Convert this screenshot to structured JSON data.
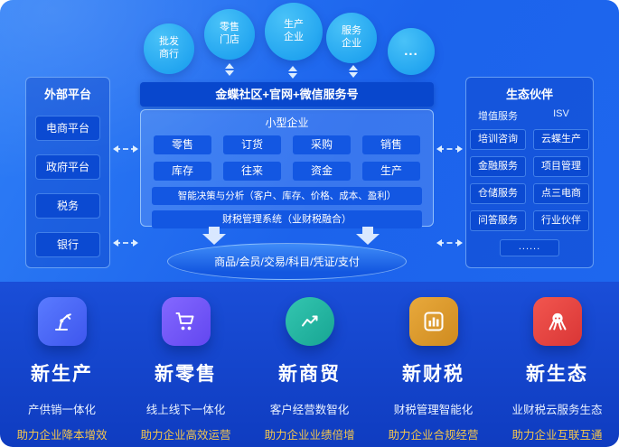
{
  "colors": {
    "background_top": "#1e66ee",
    "background_bottom": "#1140c6",
    "circle_blue": "#24a9f1",
    "chip_blue": "#0b4ad2",
    "portal_bar_blue": "#0847cd",
    "highlight_gold": "#f3c54d"
  },
  "top": {
    "circles": [
      {
        "label": "批发商行"
      },
      {
        "label": "零售门店"
      },
      {
        "label": "生产企业"
      },
      {
        "label": "服务企业"
      },
      {
        "label": "..."
      }
    ],
    "portal_bar": "金蝶社区+官网+微信服务号",
    "left_panel": {
      "title": "外部平台",
      "items": [
        "电商平台",
        "政府平台",
        "税务",
        "银行"
      ]
    },
    "center": {
      "small_biz": "小型企业",
      "modules": [
        "零售",
        "订货",
        "采购",
        "销售",
        "库存",
        "往来",
        "资金",
        "生产"
      ],
      "analysis": "智能决策与分析（客户、库存、价格、成本、盈利）",
      "fintax": "财税管理系统（业财税融合）",
      "database": "商品/会员/交易/科目/凭证/支付"
    },
    "right_panel": {
      "title": "生态伙伴",
      "columns": [
        {
          "header": "增值服务",
          "items": [
            "培训咨询",
            "金融服务",
            "仓储服务",
            "问答服务"
          ]
        },
        {
          "header": "ISV",
          "items": [
            "云蝶生产",
            "项目管理",
            "点三电商",
            "行业伙伴"
          ]
        }
      ],
      "more": "......"
    }
  },
  "bottom": {
    "columns": [
      {
        "icon": "robot-arm-icon",
        "icon_color": "#4a63f0",
        "title": "新生产",
        "line1": "产供销一体化",
        "line2": "助力企业降本增效"
      },
      {
        "icon": "shopping-cart-icon",
        "icon_color": "#6e55f2",
        "title": "新零售",
        "line1": "线上线下一体化",
        "line2": "助力企业高效运营"
      },
      {
        "icon": "trend-chart-icon",
        "icon_color": "#23b2a0",
        "title": "新商贸",
        "line1": "客户经营数智化",
        "line2": "助力企业业绩倍增"
      },
      {
        "icon": "bar-chart-icon",
        "icon_color": "#d8962c",
        "title": "新财税",
        "line1": "财税管理智能化",
        "line2": "助力企业合规经营"
      },
      {
        "icon": "octopus-icon",
        "icon_color": "#e4403e",
        "title": "新生态",
        "line1": "业财税云服务生态",
        "line2": "助力企业互联互通"
      }
    ]
  }
}
